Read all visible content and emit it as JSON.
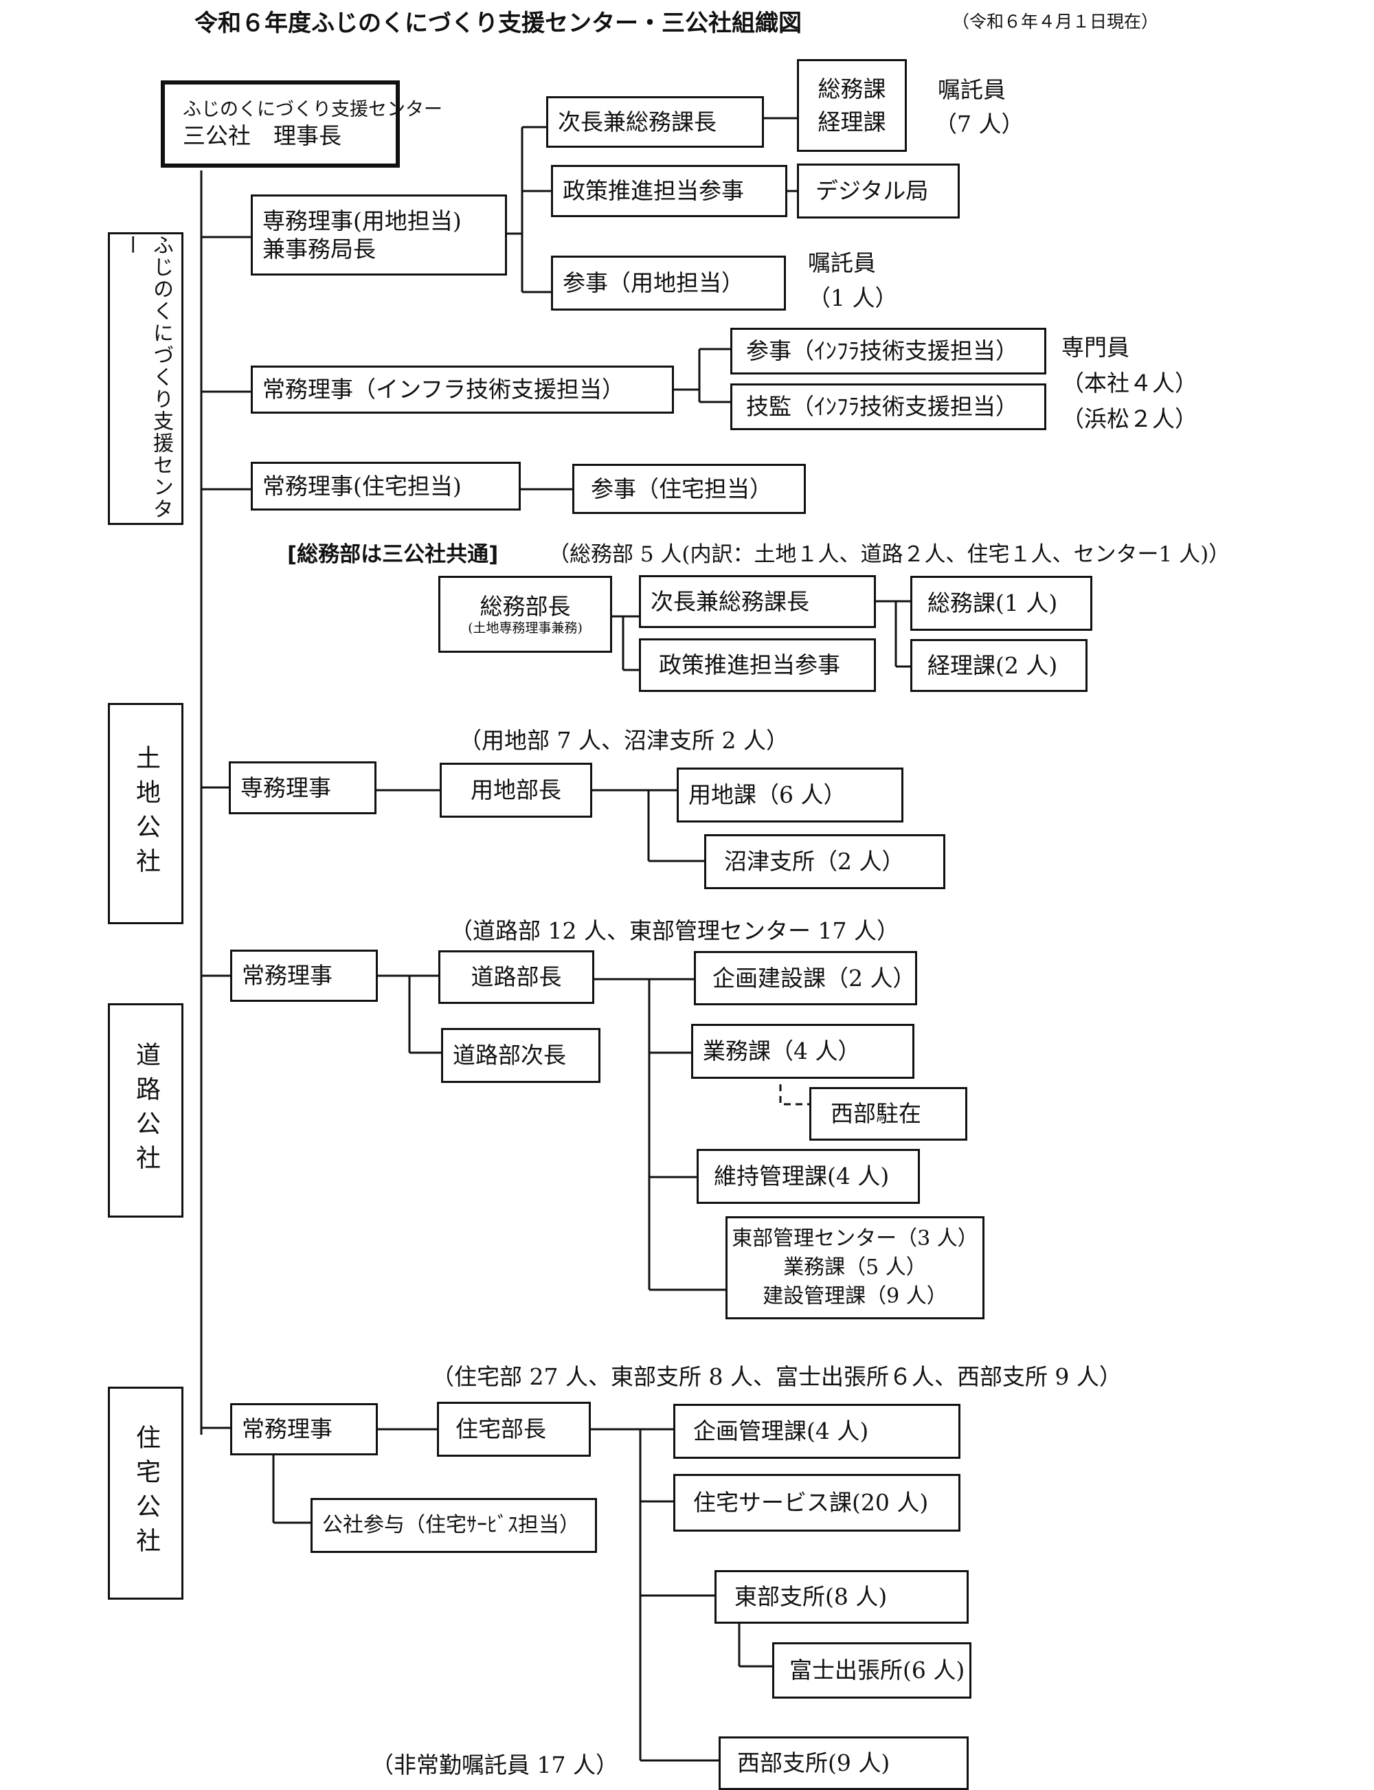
{
  "title": "令和６年度ふじのくにづくり支援センター・三公社組織図",
  "as_of": "（令和６年４月１日現在）",
  "sections": {
    "center": "ふじのくにづくり支援センター",
    "land": "土地公社",
    "road": "道路公社",
    "housing": "住宅公社"
  },
  "top": {
    "line1": "ふじのくにづくり支援センター",
    "line2": "三公社　理事長"
  },
  "center": {
    "senmu_1": "専務理事(用地担当)",
    "senmu_2": "兼事務局長",
    "jicho": "次長兼総務課長",
    "soumu": "総務課",
    "keiri": "経理課",
    "shokutaku_1": "嘱託員",
    "shokutaku_1_count": "（7 人）",
    "seisaku": "政策推進担当参事",
    "digital": "デジタル局",
    "sanji_youchi": "参事（用地担当）",
    "shokutaku_2": "嘱託員",
    "shokutaku_2_count": "（1 人）",
    "joumu_infra": "常務理事（インフラ技術支援担当）",
    "sanji_infra": "参事（ｲﾝﾌﾗ技術支援担当）",
    "gikan_infra": "技監（ｲﾝﾌﾗ技術支援担当）",
    "senmon": "専門員",
    "honsha": "（本社４人）",
    "hamamatsu": "（浜松２人）",
    "joumu_jutaku": "常務理事(住宅担当)",
    "sanji_jutaku": "参事（住宅担当）"
  },
  "soumubu": {
    "header_bold": "[総務部は三公社共通]",
    "header_rest": "（総務部 5 人(内訳：土地１人、道路２人、住宅１人、センター1 人)）",
    "bucho": "総務部長",
    "bucho_sub": "(土地専務理事兼務)",
    "jicho": "次長兼総務課長",
    "seisaku": "政策推進担当参事",
    "soumuka": "総務課(1 人)",
    "keirika": "経理課(2 人)"
  },
  "land": {
    "note": "（用地部 7 人、沼津支所 2 人）",
    "senmu": "専務理事",
    "bucho": "用地部長",
    "youchika": "用地課（6 人）",
    "numazu": "沼津支所（2 人）"
  },
  "road": {
    "note": "（道路部 12 人、東部管理センター 17 人）",
    "joumu": "常務理事",
    "bucho": "道路部長",
    "jicho": "道路部次長",
    "kikaku": "企画建設課（2 人）",
    "gyomu": "業務課（4 人）",
    "seibu": "西部駐在",
    "iji": "維持管理課(4 人)",
    "tobu_1": "東部管理センター（3 人）",
    "tobu_2": "業務課（5 人）",
    "tobu_3": "建設管理課（9 人）"
  },
  "housing": {
    "note": "（住宅部 27 人、東部支所 8 人、富士出張所６人、西部支所 9 人）",
    "joumu": "常務理事",
    "bucho": "住宅部長",
    "sanyo": "公社参与（住宅ｻｰﾋﾞｽ担当）",
    "kikaku": "企画管理課(4 人)",
    "service": "住宅サービス課(20 人)",
    "tobu": "東部支所(8 人)",
    "fuji": "富士出張所(6 人)",
    "seibu": "西部支所(9 人)",
    "hijoukin": "（非常勤嘱託員 17 人）"
  }
}
